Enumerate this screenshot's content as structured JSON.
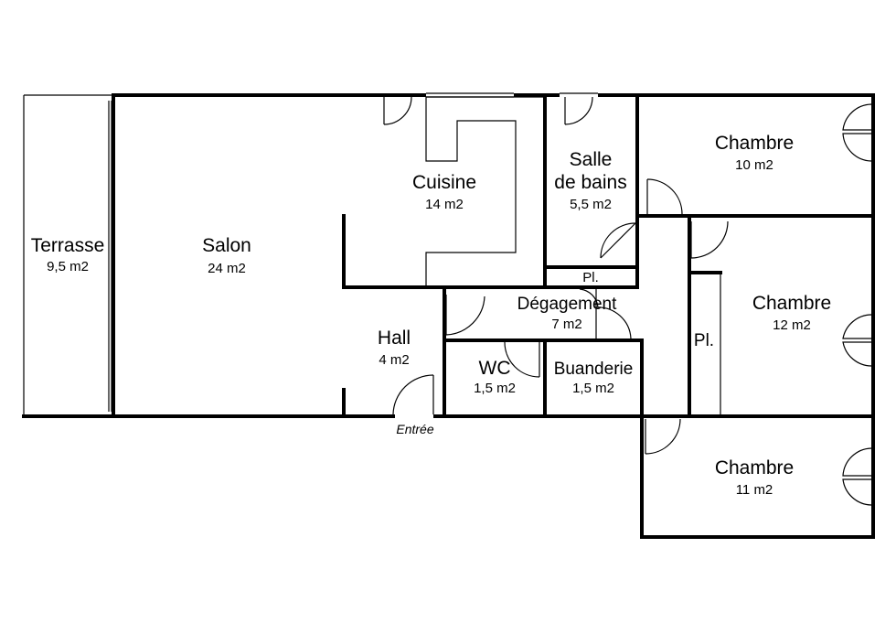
{
  "rooms": {
    "terrasse": {
      "name": "Terrasse",
      "area": "9,5 m2"
    },
    "salon": {
      "name": "Salon",
      "area": "24 m2"
    },
    "cuisine": {
      "name": "Cuisine",
      "area": "14 m2"
    },
    "salle_de_bains": {
      "name_line1": "Salle",
      "name_line2": "de bains",
      "area": "5,5 m2"
    },
    "chambre_1": {
      "name": "Chambre",
      "area": "10 m2"
    },
    "chambre_2": {
      "name": "Chambre",
      "area": "12 m2"
    },
    "chambre_3": {
      "name": "Chambre",
      "area": "11 m2"
    },
    "hall": {
      "name": "Hall",
      "area": "4 m2"
    },
    "degagement": {
      "name": "Dégagement",
      "area": "7 m2"
    },
    "wc": {
      "name": "WC",
      "area": "1,5 m2"
    },
    "buanderie": {
      "name": "Buanderie",
      "area": "1,5 m2"
    }
  },
  "closets": {
    "pl_upper": "Pl.",
    "pl_lower": "Pl."
  },
  "entry_label": "Entrée"
}
